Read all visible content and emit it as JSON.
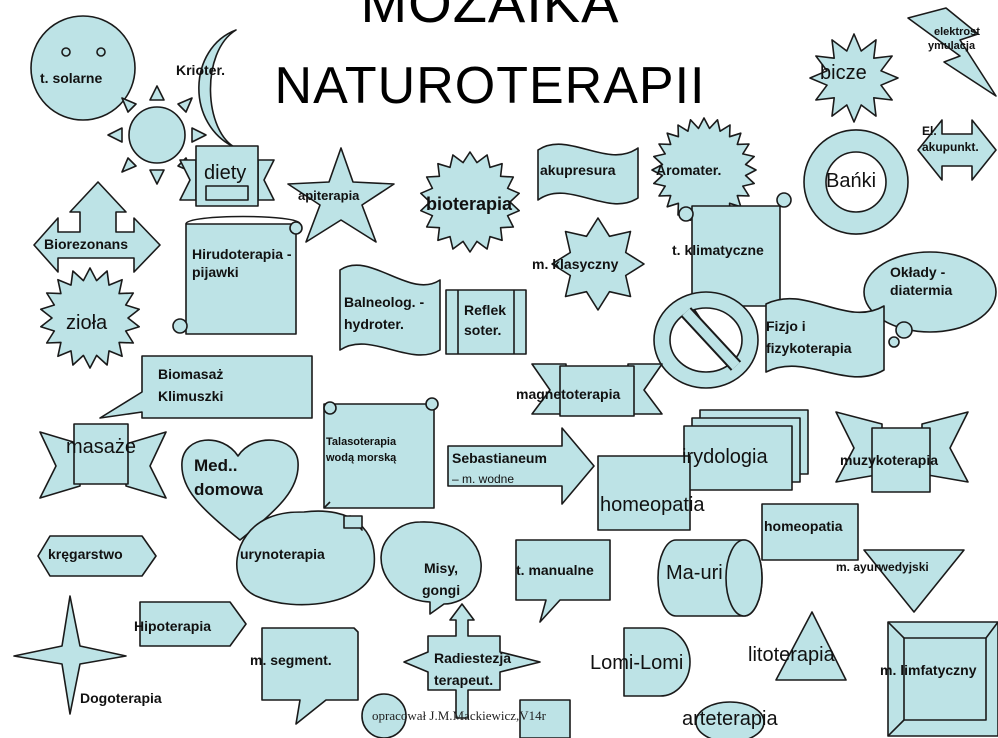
{
  "colors": {
    "shape_fill": "#bde3e6",
    "stroke": "#1a1a1a"
  },
  "title": {
    "line1": "MOZAIKA",
    "line2": "NATUROTERAPII"
  },
  "labels": {
    "t_solarne": "t. solarne",
    "krioter": "Krioter.",
    "diety": "diety",
    "apiterapia": "apiterapia",
    "bioterapia": "bioterapia",
    "akupresura": "akupresura",
    "aromater": "Aromater.",
    "bicze": "bicze",
    "elektrost_1": "elektrost",
    "elektrost_2": "ymulacja",
    "el_akupunkt_1": "El.",
    "el_akupunkt_2": "akupunkt.",
    "banki": "Bańki",
    "biorezonans": "Biorezonans",
    "hirudoterapia_1": "Hirudoterapia -",
    "hirudoterapia_2": "pijawki",
    "m_klasyczny": "m. klasyczny",
    "t_klimatyczne": "t. klimatyczne",
    "oklady_1": "Okłady -",
    "oklady_2": "diatermia",
    "ziola": "zioła",
    "balneolog_1": "Balneolog. -",
    "balneolog_2": "hydroter.",
    "reflek_1": "Reflek",
    "reflek_2": "soter.",
    "fizjo_1": "Fizjo i",
    "fizjo_2": "fizykoterapia",
    "biomasaz_1": "Biomasaż",
    "biomasaz_2": "Klimuszki",
    "magnetoterapia": "magnetoterapia",
    "masaze": "masaże",
    "med_1": "Med..",
    "med_2": "domowa",
    "talasoterapia_1": "Talasoterapia",
    "talasoterapia_2": "wodą morską",
    "sebastianeum_1": "Sebastianeum",
    "sebastianeum_2": "– m. wodne",
    "irydologia": "irydologia",
    "muzykoterapia": "muzykoterapia",
    "homeopatia_1": "homeopatia",
    "homeopatia_2": "homeopatia",
    "kregarstwo": "kręgarstwo",
    "urynoterapia": "urynoterapia",
    "misy_1": "Misy,",
    "misy_2": "gongi",
    "t_manualne": "t. manualne",
    "ma_uri": "Ma-uri",
    "m_ayurwedyjski": "m. ayurwedyjski",
    "hipoterapia": "Hipoterapia",
    "m_segment": "m. segment.",
    "radiestezja_1": "Radiestezja",
    "radiestezja_2": "terapeut.",
    "lomi_lomi": "Lomi-Lomi",
    "litoterapia": "litoterapia",
    "m_limfatyczny": "m. limfatyczny",
    "dogoterapia": "Dogoterapia",
    "arteterapia": "arteterapia",
    "credit": "opracował J.M.Mackiewicz,V14r"
  }
}
